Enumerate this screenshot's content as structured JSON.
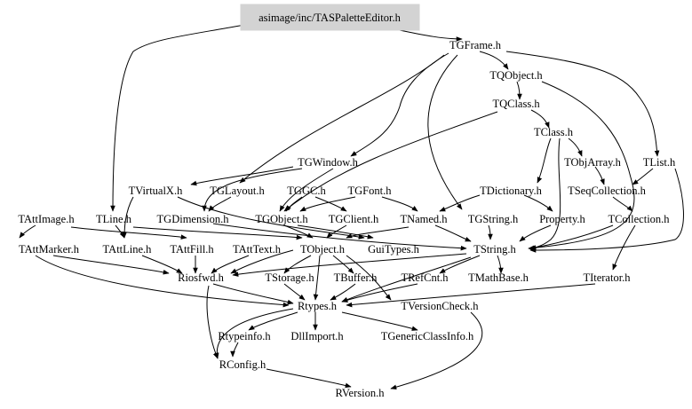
{
  "root": "asimage/inc/TASPaletteEditor.h",
  "nodes": {
    "tasPaletteEditor": "asimage/inc/TASPaletteEditor.h",
    "tgFrame": "TGFrame.h",
    "tqObject": "TQObject.h",
    "tqClass": "TQClass.h",
    "tClass": "TClass.h",
    "tgWindow": "TGWindow.h",
    "tObjArray": "TObjArray.h",
    "tList": "TList.h",
    "tVirtualX": "TVirtualX.h",
    "tgLayout": "TGLayout.h",
    "tggc": "TGGC.h",
    "tgFont": "TGFont.h",
    "tDictionary": "TDictionary.h",
    "tSeqCollection": "TSeqCollection.h",
    "tAttImage": "TAttImage.h",
    "tLine": "TLine.h",
    "tgDimension": "TGDimension.h",
    "tgObject": "TGObject.h",
    "tgClient": "TGClient.h",
    "tNamed": "TNamed.h",
    "tgString": "TGString.h",
    "property": "Property.h",
    "tCollection": "TCollection.h",
    "tAttMarker": "TAttMarker.h",
    "tAttLine": "TAttLine.h",
    "tAttFill": "TAttFill.h",
    "tAttText": "TAttText.h",
    "tObject": "TObject.h",
    "guiTypes": "GuiTypes.h",
    "tString": "TString.h",
    "riosfwd": "Riosfwd.h",
    "tStorage": "TStorage.h",
    "tBuffer": "TBuffer.h",
    "tRefCnt": "TRefCnt.h",
    "tMathBase": "TMathBase.h",
    "tIterator": "TIterator.h",
    "rtypes": "Rtypes.h",
    "tVersionCheck": "TVersionCheck.h",
    "rtypeinfo": "Rtypeinfo.h",
    "dllImport": "DllImport.h",
    "tGenericClassInfo": "TGenericClassInfo.h",
    "rConfig": "RConfig.h",
    "rVersion": "RVersion.h"
  }
}
